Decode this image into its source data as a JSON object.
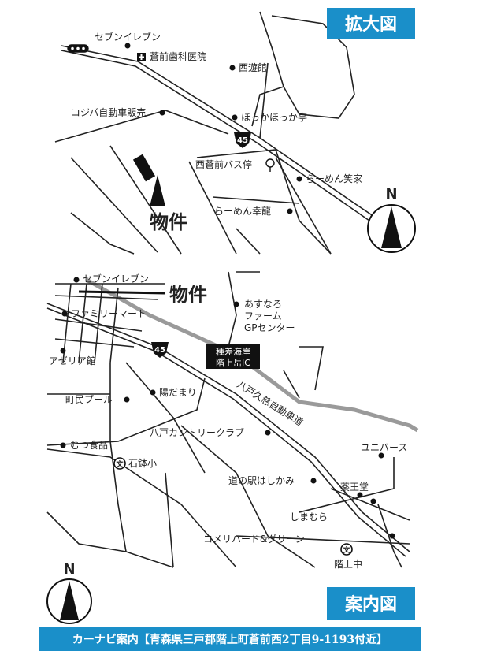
{
  "colors": {
    "accent": "#1a8fc9",
    "road": "#222222",
    "expressway": "#9a9a9a"
  },
  "enlarged_map": {
    "badge": "拡大図",
    "labels": {
      "seven_eleven": "セブンイレブン",
      "dental": "蒼前歯科医院",
      "saiyukan": "西遊館",
      "kojiba": "コジバ自動車販売",
      "hokka": "ほっかほっか亭",
      "bus_stop": "西蒼前バス停",
      "ramen_shoka": "らーめん笑家",
      "ramen_koryu": "らーめん幸龍",
      "property": "物件",
      "route": "45",
      "north": "N"
    }
  },
  "guide_map": {
    "badge": "案内図",
    "labels": {
      "seven_eleven": "セブンイレブン",
      "property": "物件",
      "asunaro": "あすなろ",
      "asunaro2": "ファーム",
      "asunaro3": "GPセンター",
      "family_mart": "ファミリーマート",
      "route": "45",
      "ic1": "種差海岸",
      "ic2": "階上岳IC",
      "azeria": "アゼリア館",
      "hidamari": "陽だまり",
      "expressway": "八戸久慈自動車道",
      "pool": "町民プール",
      "country_club": "八戸カントリークラブ",
      "mutsu": "むつ食品",
      "school_ishibachi": "石鉢小",
      "school_symbol": "文",
      "universe": "ユニバース",
      "yakuodo": "薬王堂",
      "michinoeki": "道の駅はしかみ",
      "shimamura": "しまむら",
      "komeri": "コメリハード&グリーン",
      "school_hashikami": "階上中",
      "north": "N"
    }
  },
  "footer": {
    "text": "カーナビ案内【青森県三戸郡階上町蒼前西2丁目9-1193付近】"
  }
}
